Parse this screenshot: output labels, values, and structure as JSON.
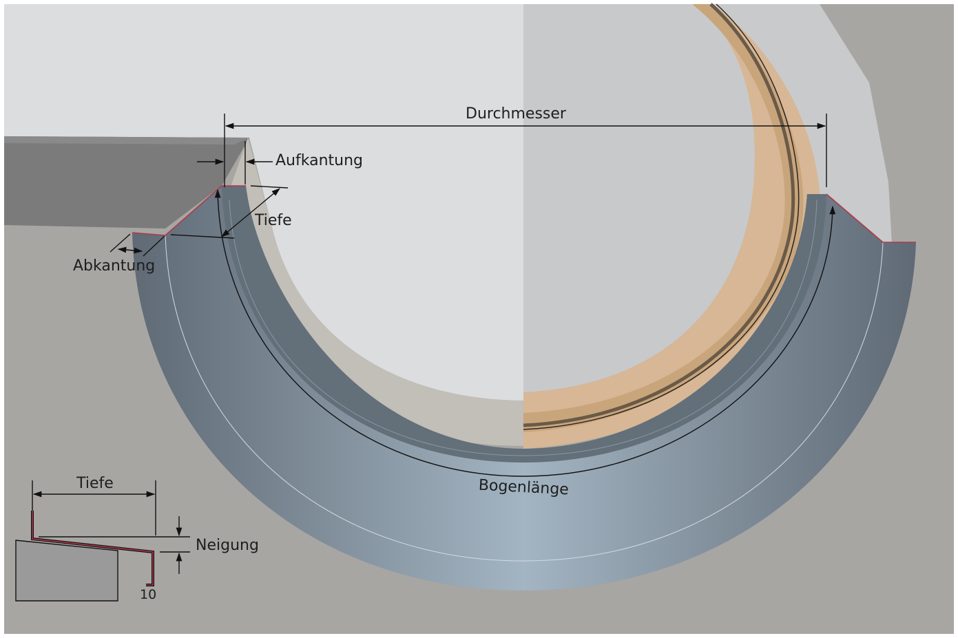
{
  "labels": {
    "durchmesser": "Durchmesser",
    "aufkantung": "Aufkantung",
    "tiefe": "Tiefe",
    "abkantung": "Abkantung",
    "bogenlaenge": "Bogenlänge",
    "detail_tiefe": "Tiefe",
    "detail_neigung": "Neigung",
    "detail_value": "10"
  },
  "colors": {
    "background": "#a7a6a3",
    "wall_light": "#dcdddf",
    "wall_shade": "#c8c9cb",
    "sill": "#7a7a7a",
    "frame_wood": "#d7b795",
    "frame_wood_dark": "#c9a57c",
    "sheet_metal_dark": "#636f79",
    "sheet_metal_light": "#a3b2c0",
    "reveal": "#c2beb8",
    "dimension_line": "#111111",
    "edge_red": "#b0394a"
  }
}
